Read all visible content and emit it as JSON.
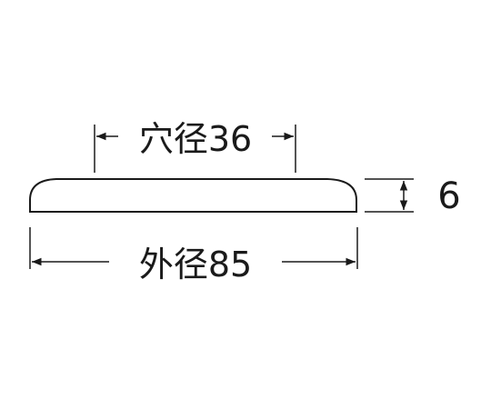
{
  "dimensions": {
    "hole_diameter": {
      "label": "穴径36",
      "value": 36
    },
    "outer_diameter": {
      "label": "外径85",
      "value": 85
    },
    "thickness": {
      "label": "6",
      "value": 6
    }
  },
  "colors": {
    "line": "#1a1a1a",
    "background": "#ffffff"
  }
}
